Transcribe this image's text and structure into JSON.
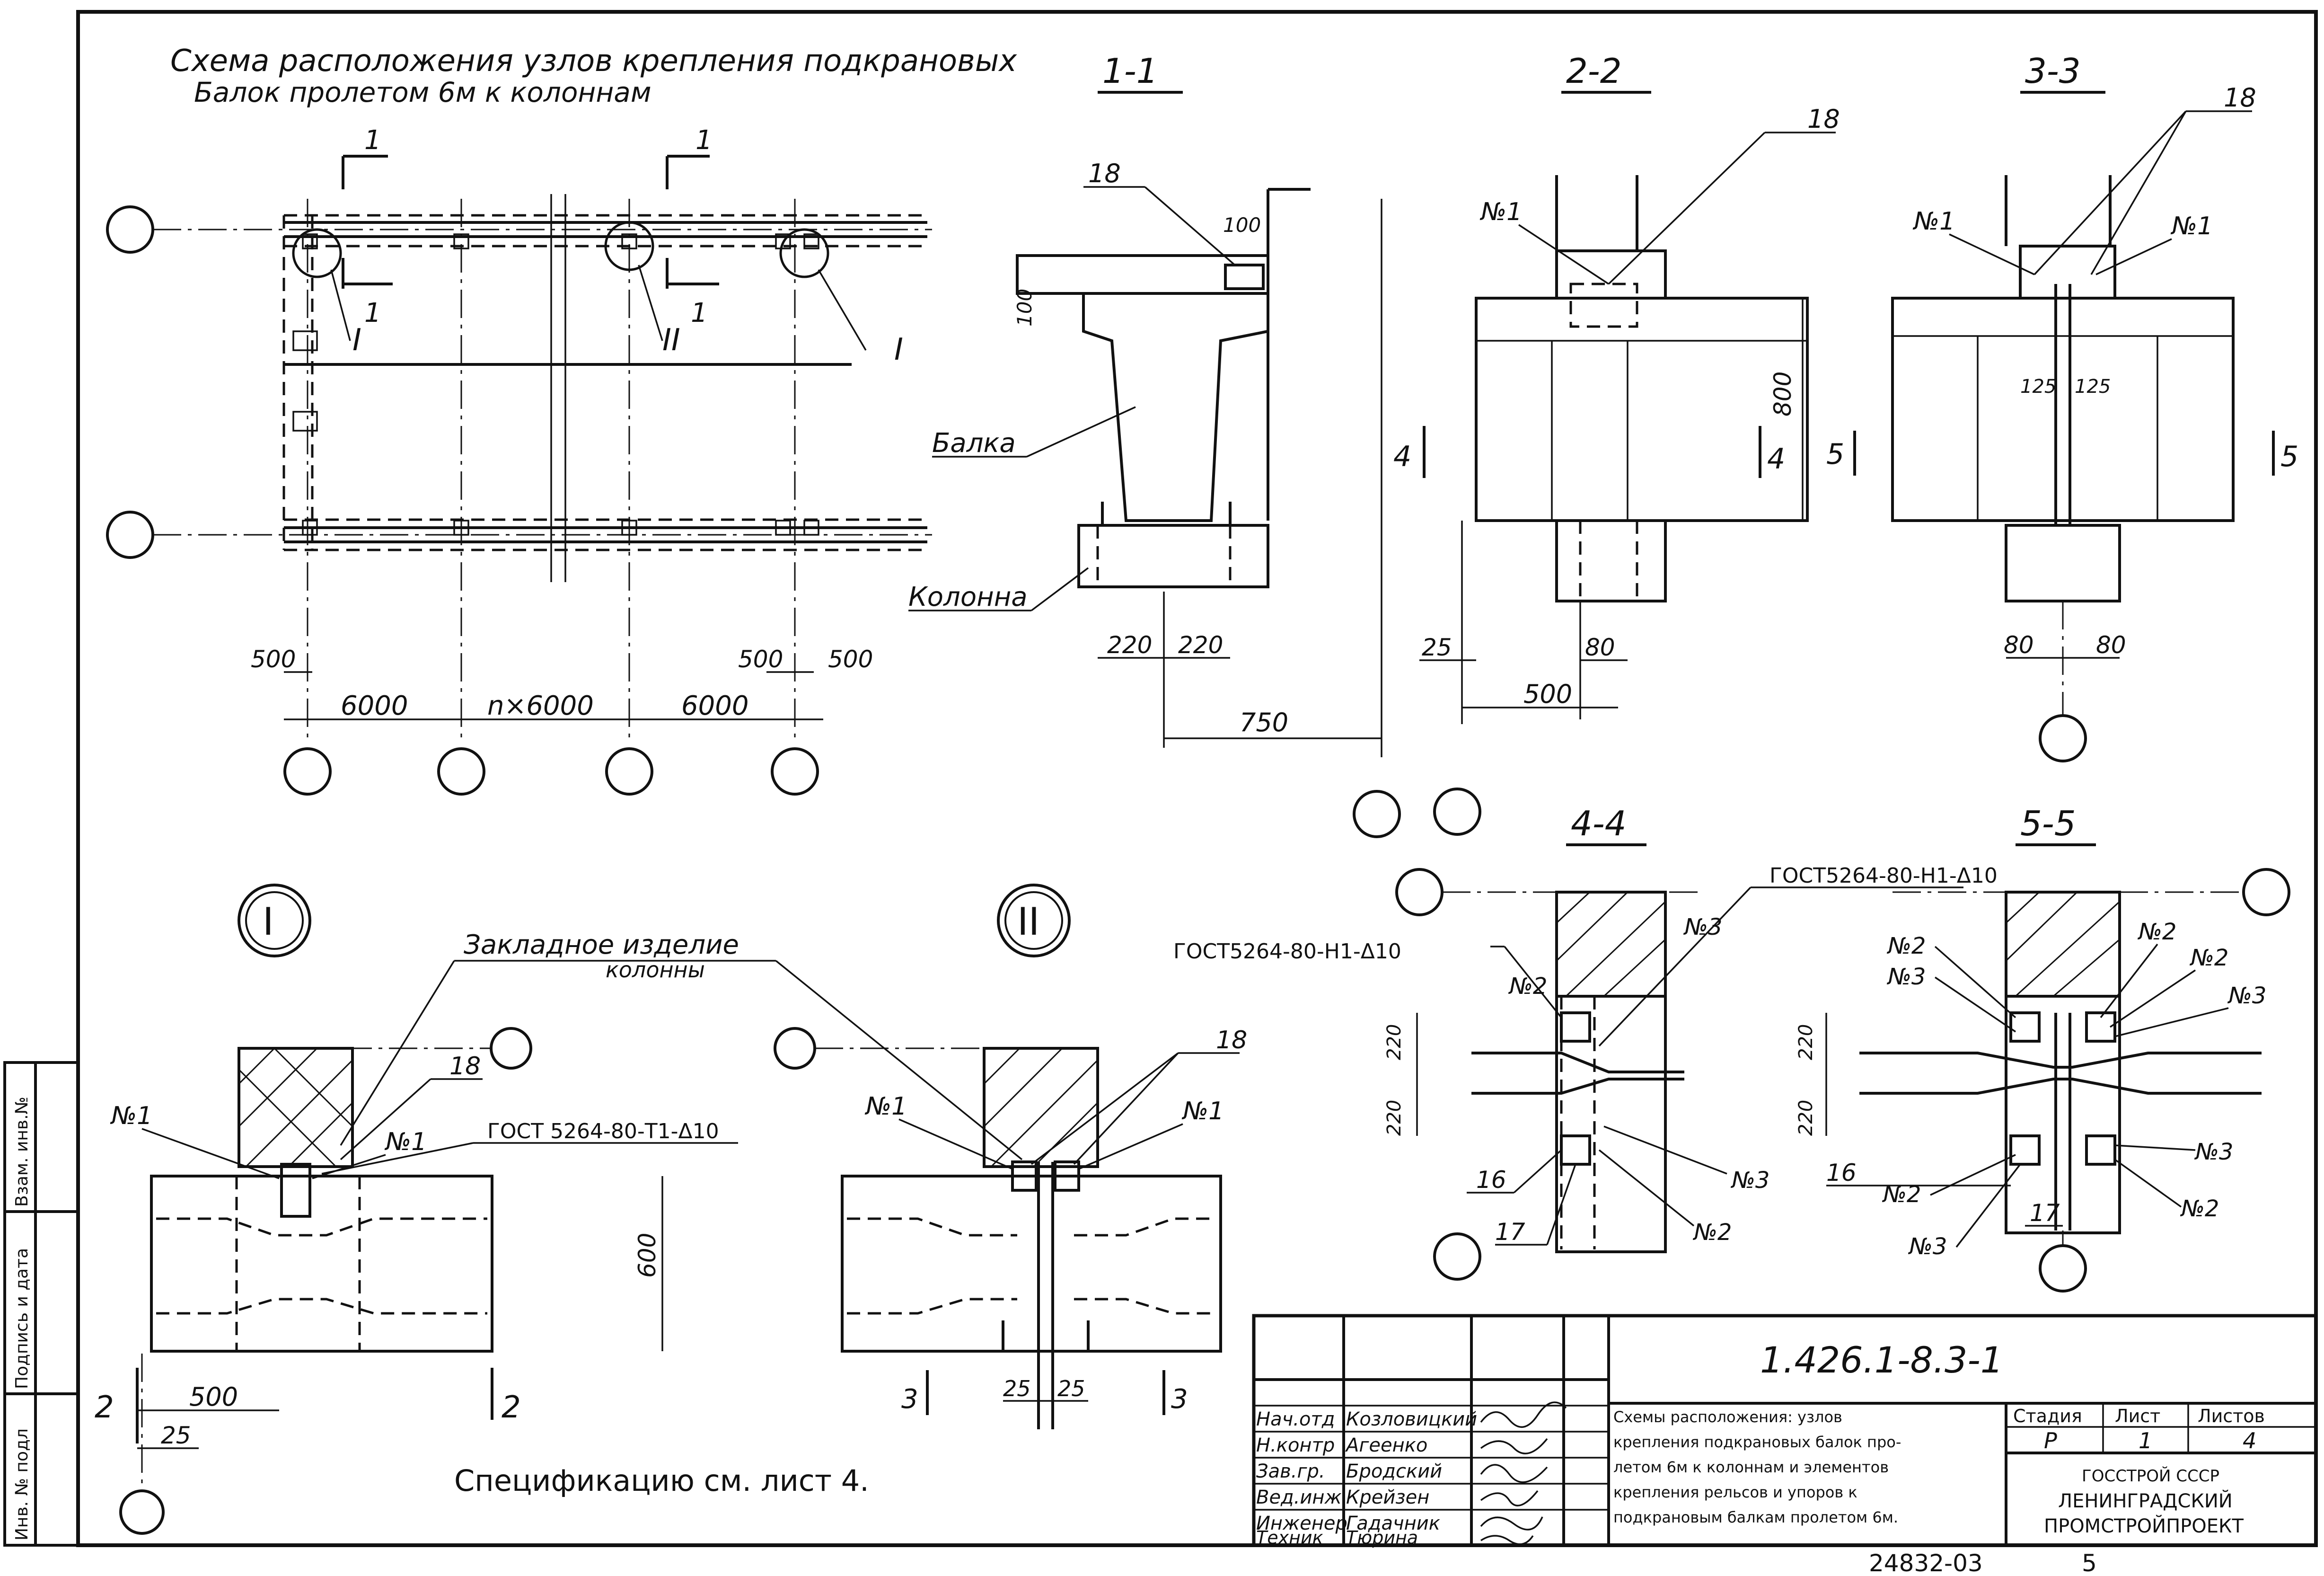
{
  "plan": {
    "title_line1": "Схема расположения узлов крепления подкрановых",
    "title_line2": "Балок пролетом 6м к колоннам",
    "dim_500_left": "500",
    "dim_6000_a": "6000",
    "dim_nx6000": "n×6000",
    "dim_6000_b": "6000",
    "dim_500_r1": "500",
    "dim_500_r2": "500",
    "cut_1": "1",
    "node_I": "I",
    "node_II": "II"
  },
  "s11": {
    "title": "1-1",
    "l18": "18",
    "d100a": "100",
    "d100b": "100",
    "beam": "Балка",
    "column": "Колонна",
    "d220a": "220",
    "d220b": "220",
    "d750": "750"
  },
  "s22": {
    "title": "2-2",
    "l18": "18",
    "n1": "№1",
    "d800": "800",
    "cut4": "4",
    "d25": "25",
    "d80": "80",
    "d500": "500"
  },
  "s33": {
    "title": "3-3",
    "l18": "18",
    "n1a": "№1",
    "n1b": "№1",
    "d125a": "125",
    "d125b": "125",
    "cut5": "5",
    "d80a": "80",
    "d80b": "80"
  },
  "s44": {
    "title": "4-4",
    "gost_a": "ГОСТ5264-80-Н1-Δ10",
    "gost_b": "ГОСТ5264-80-Н1-Δ10",
    "n2a": "№2",
    "n3a": "№3",
    "n3b": "№3",
    "n2b": "№2",
    "d220a": "220",
    "d220b": "220",
    "l16": "16",
    "l17": "17"
  },
  "s55": {
    "title": "5-5",
    "n2a": "№2",
    "n3a": "№3",
    "n2b": "№2",
    "n2c": "№2",
    "n3b": "№3",
    "n3c": "№3",
    "n2d": "№2",
    "n3d": "№3",
    "n2e": "№2",
    "d220a": "220",
    "d220b": "220",
    "l16": "16",
    "l17": "17"
  },
  "nodeI": {
    "label": "I",
    "embed1": "Закладное изделие",
    "embed2": "колонны",
    "l18": "18",
    "n1a": "№1",
    "n1b": "№1",
    "gost": "ГОСТ 5264-80-Т1-Δ10",
    "d600": "600",
    "d500": "500",
    "d25": "25",
    "cut2a": "2",
    "cut2b": "2"
  },
  "nodeII": {
    "label": "II",
    "l18": "18",
    "n1a": "№1",
    "n1b": "№1",
    "d25a": "25",
    "d25b": "25",
    "cut3a": "3",
    "cut3b": "3"
  },
  "spec_note": "Спецификацию см. лист 4.",
  "side_stamp": [
    "Инв. № подл",
    "Подпись и дата",
    "Взам. инв.№"
  ],
  "title_block": {
    "code": "1.426.1-8.3-1",
    "description": [
      "Схемы расположения: узлов",
      "крепления подкрановых балок про-",
      "летом 6м к колоннам и элементов",
      "крепления рельсов и упоров к",
      "подкрановым балкам пролетом 6м."
    ],
    "roles": [
      "Нач.отд",
      "Н.контр",
      "Зав.гр.",
      "Вед.инж",
      "Инженер",
      "Техник"
    ],
    "names": [
      "Козловицкий",
      "Агеенко",
      "Бродский",
      "Крейзен",
      "Гадачник",
      "Тюрина"
    ],
    "stage_label": "Стадия",
    "sheet_label": "Лист",
    "sheets_label": "Листов",
    "stage": "Р",
    "sheet": "1",
    "sheets": "4",
    "org": [
      "ГОССТРОЙ СССР",
      "ЛЕНИНГРАДСКИЙ",
      "ПРОМСТРОЙПРОЕКТ"
    ]
  },
  "footer": {
    "number": "24832-03",
    "page": "5"
  }
}
